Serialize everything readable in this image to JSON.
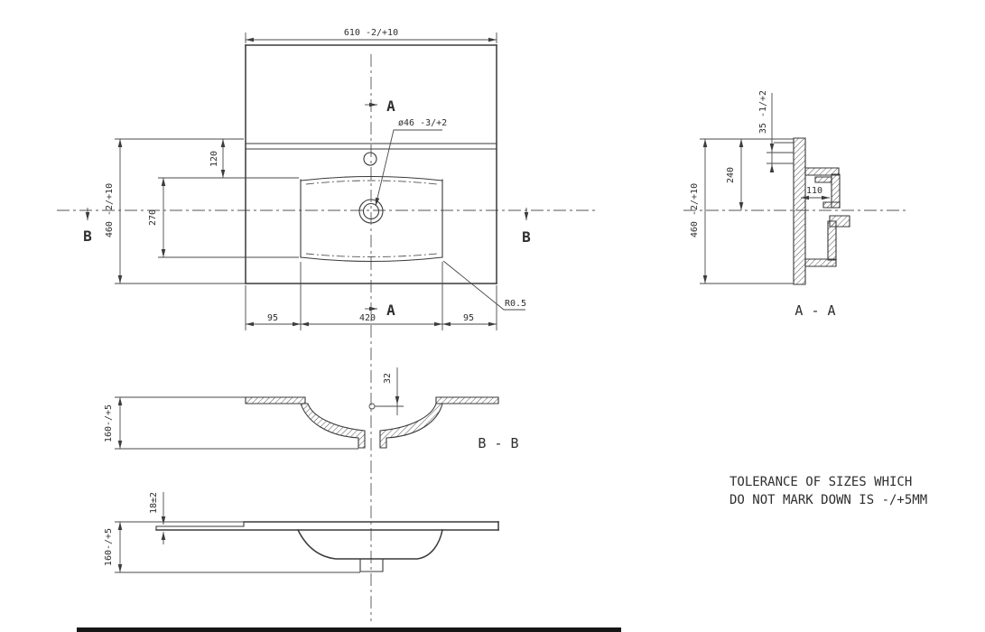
{
  "plan": {
    "dim_width": "610 -2/+10",
    "dim_depth": "460 -2/+10",
    "dim_backledge": "120",
    "dim_basin_front_back": "270",
    "dim_front_left": "95",
    "dim_front_center": "420",
    "dim_front_right": "95",
    "dim_faucet_hole": "ø46 -3/+2",
    "dim_corner_radius": "R0.5",
    "section_a_top": "A",
    "section_a_bottom": "A",
    "section_b_left": "B",
    "section_b_right": "B"
  },
  "section_aa": {
    "label": "A - A",
    "dim_depth": "460 -2/+10",
    "dim_back_to_center": "240",
    "dim_rim": "35 -1/+2",
    "dim_channel": "110"
  },
  "section_bb": {
    "label": "B - B",
    "dim_height": "160-/+5",
    "dim_hole_offset": "32"
  },
  "front_view": {
    "dim_height": "160-/+5",
    "dim_slab_thickness": "18±2"
  },
  "note": {
    "line1": "TOLERANCE OF SIZES WHICH",
    "line2": "DO NOT MARK DOWN IS -/+5MM"
  },
  "colors": {
    "background": "#ffffff",
    "line": "#3a3a3a",
    "dimension": "#4a4a4a",
    "text": "#2e2e2e"
  }
}
